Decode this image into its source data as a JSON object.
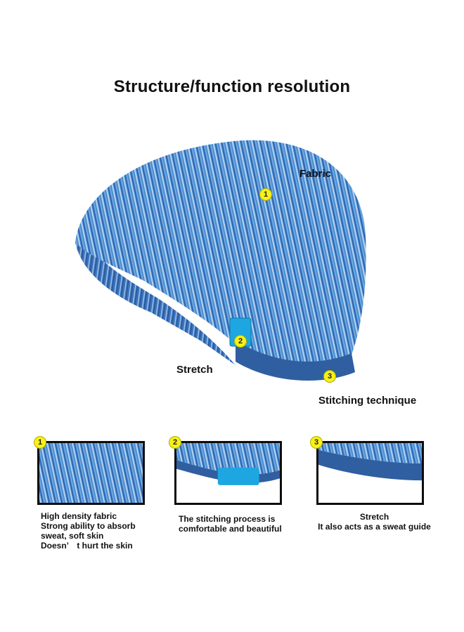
{
  "title": "Structure/function resolution",
  "callouts": {
    "fabric": "Fabric",
    "stretch": "Stretch",
    "stitching": "Stitching technique"
  },
  "badges": [
    "1",
    "2",
    "3"
  ],
  "colors": {
    "badge": "#f7f116",
    "fabric_base": "#4a8fd4",
    "fabric_light": "#b9d3ee",
    "fabric_dark": "#2d5fa8",
    "patch": "#1ea6e0",
    "frame": "#0d0d0d"
  },
  "details": [
    {
      "badge": "1",
      "lines": [
        "High density fabric",
        "Strong ability to absorb",
        "sweat, soft skin",
        "Doesn’　t hurt the skin"
      ]
    },
    {
      "badge": "2",
      "lines": [
        "The stitching process is",
        "comfortable and beautiful"
      ]
    },
    {
      "badge": "3",
      "lines": [
        "Stretch",
        "It also acts as a sweat guide"
      ]
    }
  ]
}
